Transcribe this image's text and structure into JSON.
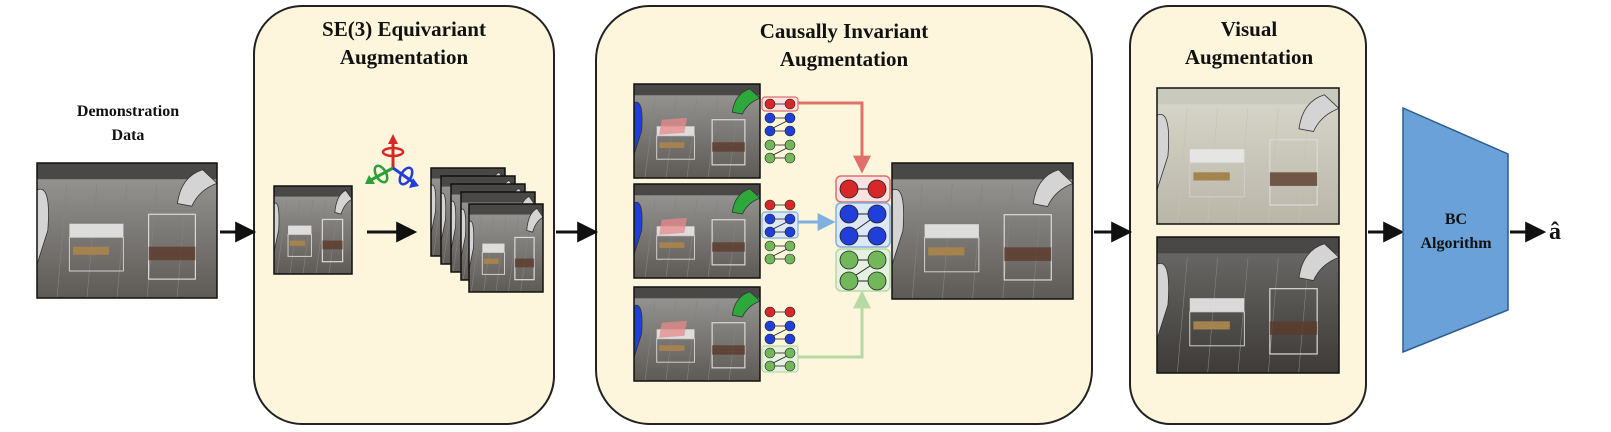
{
  "inputs": {
    "title_line1": "Demonstration",
    "title_line2": "Data"
  },
  "stages": [
    {
      "id": "se3",
      "title_line1": "SE(3) Equivariant",
      "title_line2": "Augmentation"
    },
    {
      "id": "causal",
      "title_line1": "Causally Invariant",
      "title_line2": "Augmentation"
    },
    {
      "id": "visual",
      "title_line1": "Visual",
      "title_line2": "Augmentation"
    }
  ],
  "policy": {
    "line1": "BC",
    "line2": "Algorithm"
  },
  "output": {
    "label": "â"
  },
  "colors": {
    "stage_fill": "#fdf6dc",
    "stage_stroke": "#222222",
    "policy_fill": "#6aa1d8",
    "red": "#d62828",
    "blue": "#1f3fd8",
    "green": "#72b85a",
    "red_arrow": "#e0706a",
    "blue_arrow": "#7fb0e0",
    "green_arrow": "#b6d9a6"
  }
}
